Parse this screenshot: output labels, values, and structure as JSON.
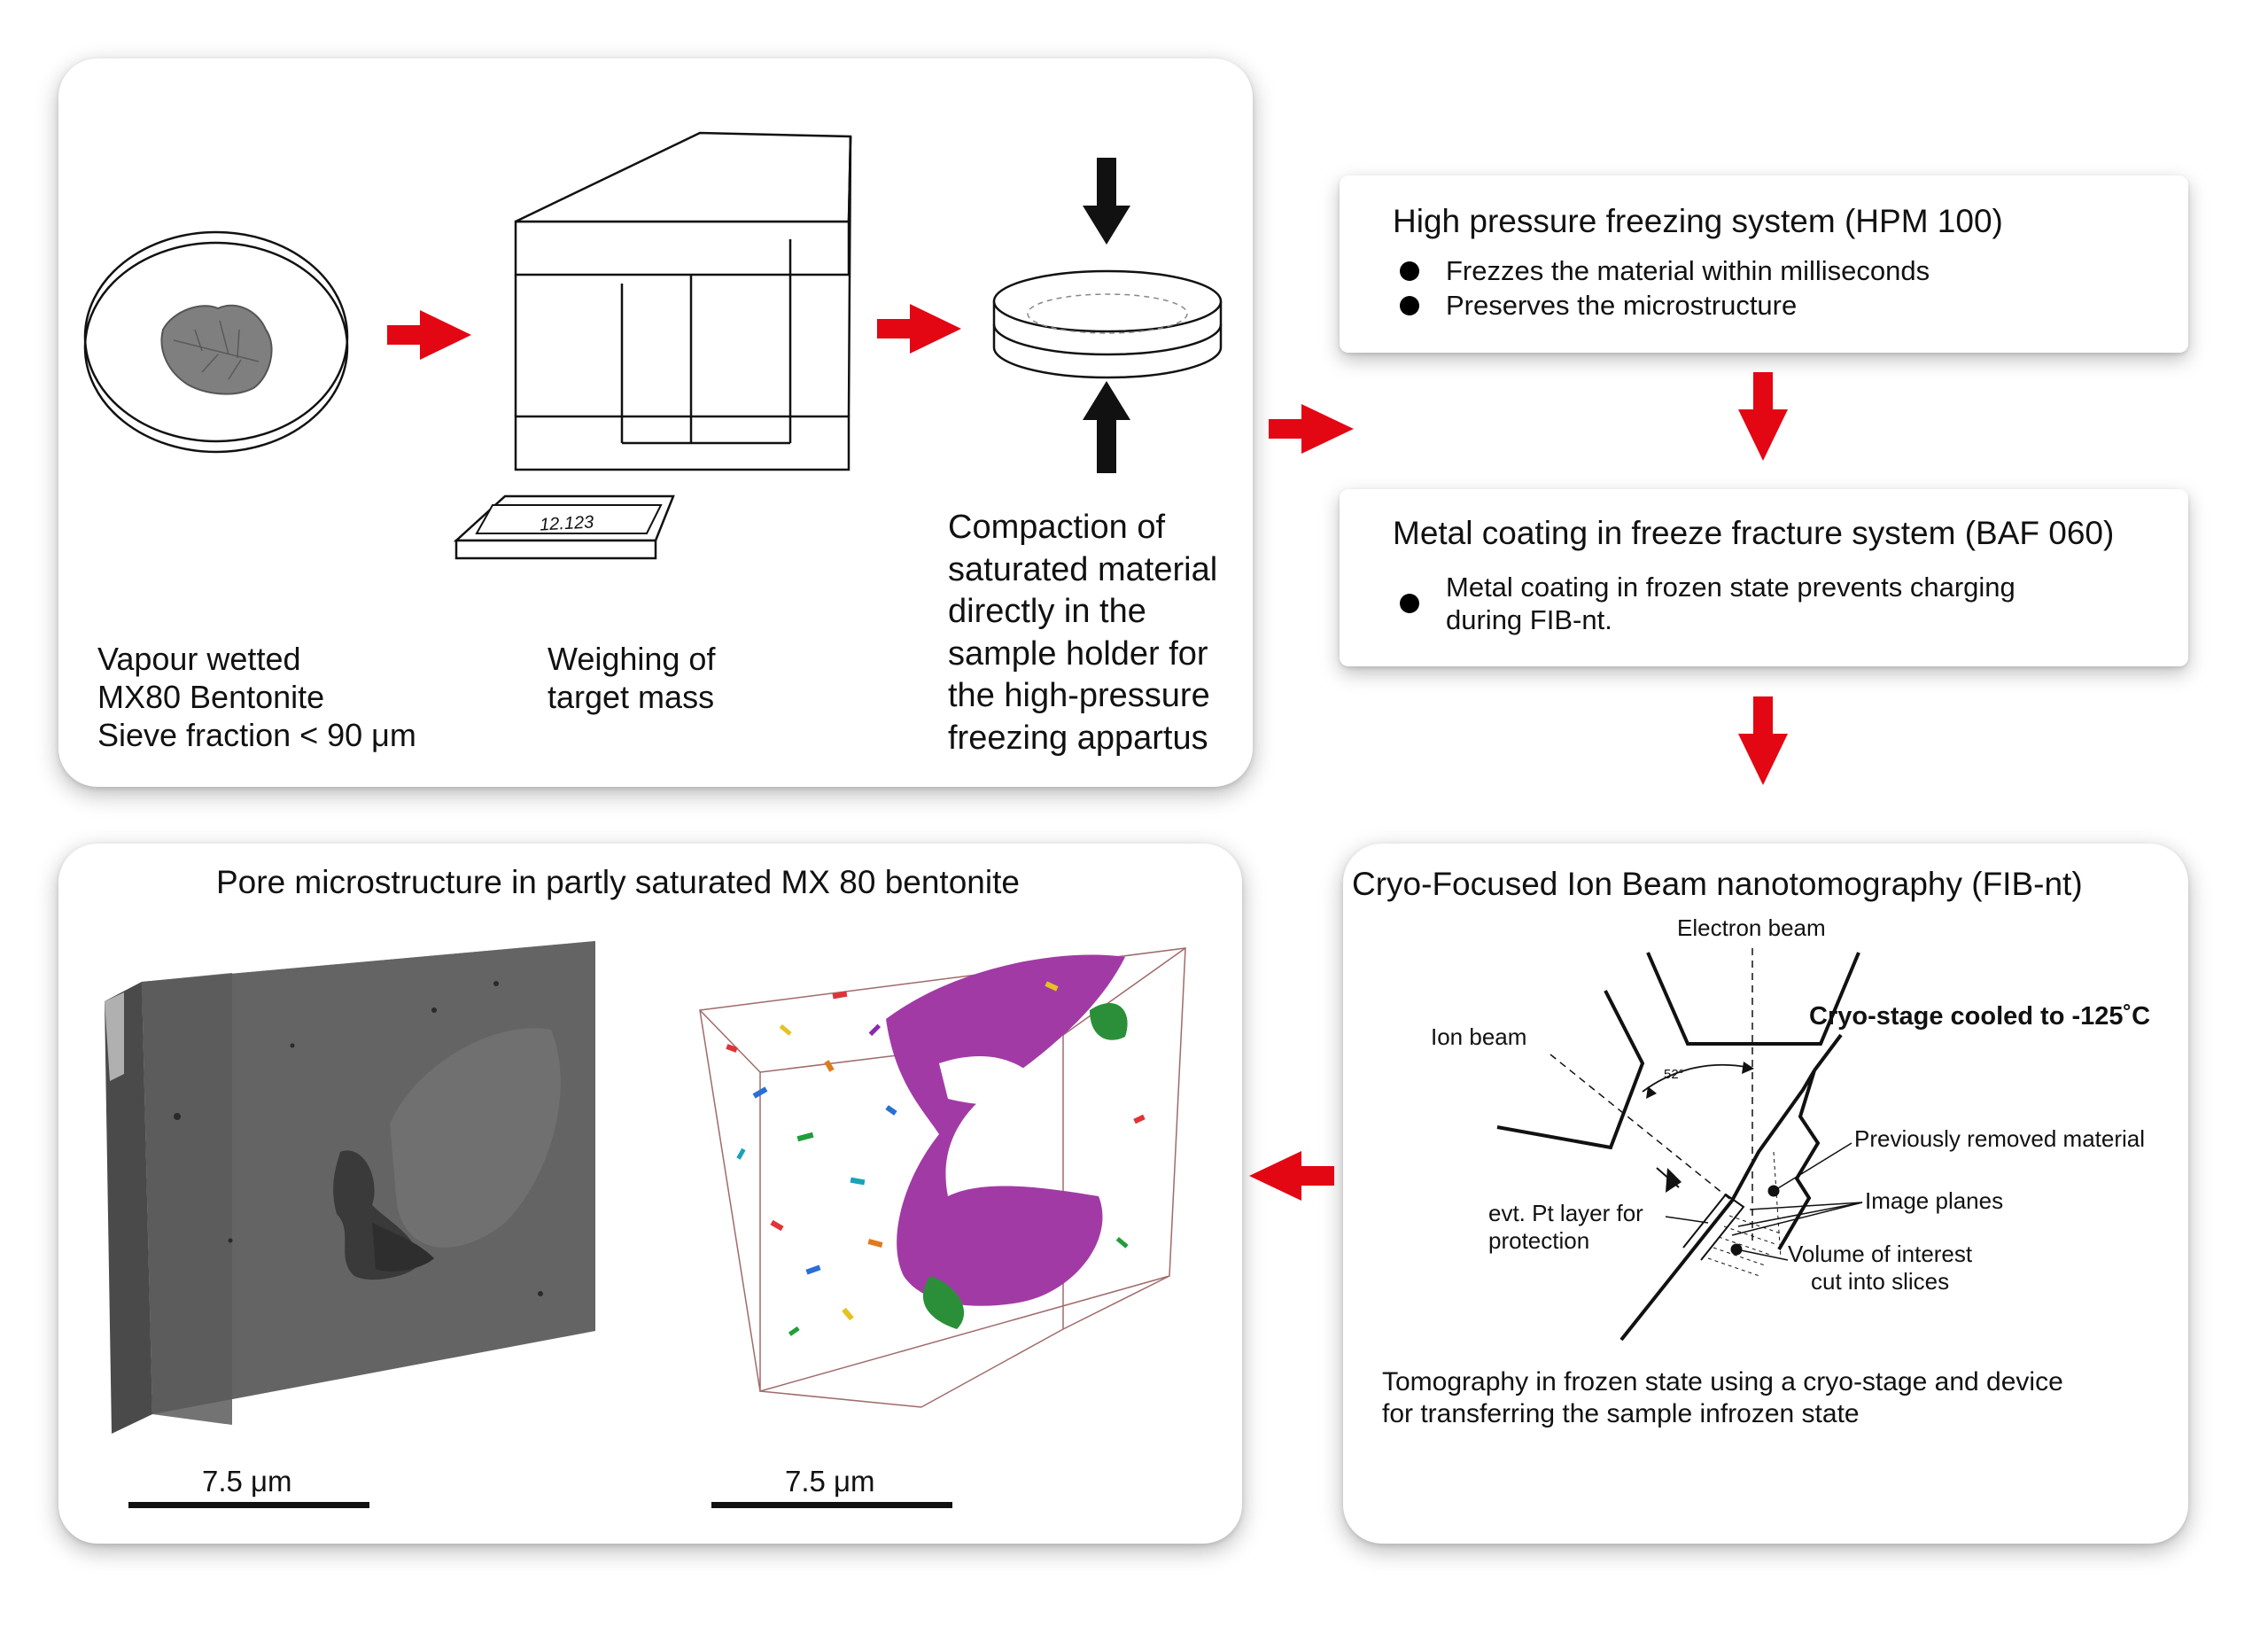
{
  "colors": {
    "arrow_red": "#e30613",
    "panel_bg": "#ffffff",
    "ink": "#111111",
    "pore_purple": "#a23aa6"
  },
  "step1": {
    "sample_label": "Vapour wetted\nMX80 Bentonite\nSieve fraction < 90 μm",
    "weigh_label": "Weighing of\ntarget mass",
    "balance_display": "12.123",
    "compaction_label": "Compaction of\nsaturated material\ndirectly in the\nsample holder for\nthe high-pressure\nfreezing appartus"
  },
  "hpf": {
    "title": "High pressure freezing system (HPM 100)",
    "bullets": [
      "Frezzes the material within milliseconds",
      "Preserves the microstructure"
    ]
  },
  "coating": {
    "title": "Metal coating in freeze fracture system (BAF 060)",
    "bullets": [
      "Metal coating in frozen state prevents charging\nduring FIB-nt."
    ]
  },
  "fib": {
    "title": "Cryo-Focused Ion Beam nanotomography (FIB-nt)",
    "electron_beam": "Electron beam",
    "ion_beam": "Ion beam",
    "cryo_stage": "Cryo-stage cooled to -125˚C",
    "angle": "52°",
    "removed": "Previously removed material",
    "image_planes": "Image planes",
    "pt_layer": "evt. Pt layer for\nprotection",
    "volume": "Volume of interest\ncut into slices",
    "caption": "Tomography in frozen state using a cryo-stage and device\nfor transferring the sample infrozen state"
  },
  "result": {
    "title": "Pore microstructure in partly saturated MX 80 bentonite",
    "scale_left": "7.5 μm",
    "scale_right": "7.5 μm"
  }
}
